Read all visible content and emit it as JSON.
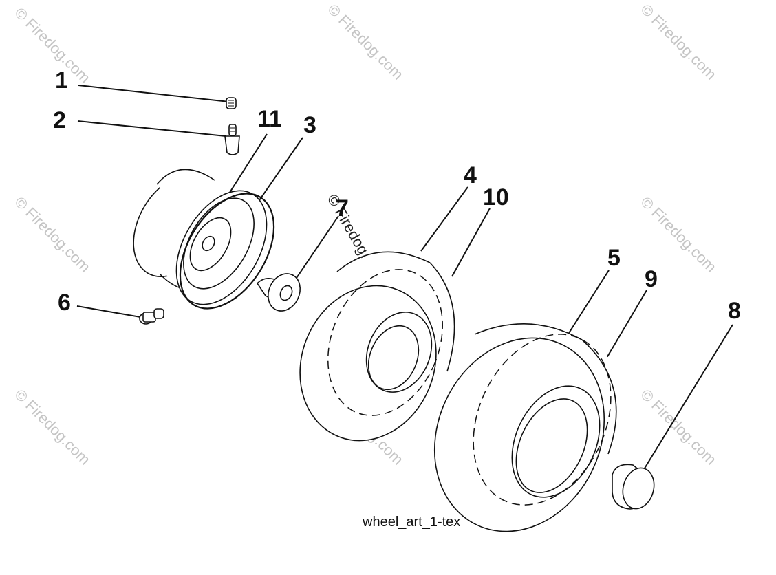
{
  "callouts": [
    "1",
    "2",
    "11",
    "3",
    "4",
    "10",
    "7",
    "5",
    "9",
    "8",
    "6"
  ],
  "caption": "wheel_art_1-tex",
  "watermark": "© Firedog.com",
  "colors": {
    "ink": "#111111",
    "watermark": "#c4c4c4",
    "background": "#ffffff"
  }
}
